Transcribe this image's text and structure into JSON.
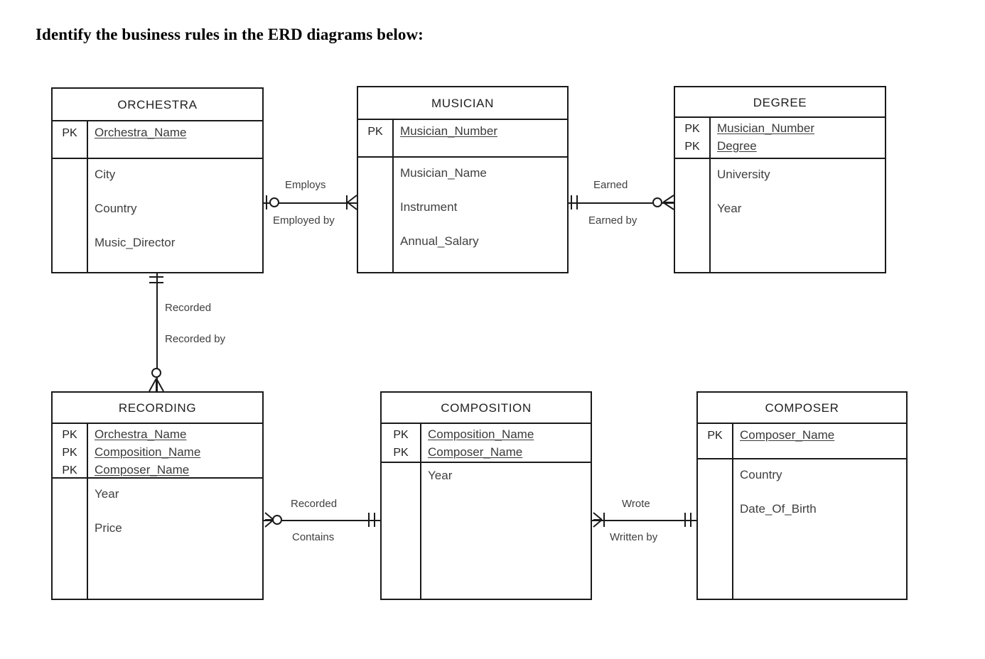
{
  "page": {
    "title": "Identify the business rules in the ERD diagrams below:"
  },
  "diagram": {
    "type": "erd",
    "notation": "crows-foot",
    "entities": [
      {
        "id": "orchestra",
        "name": "ORCHESTRA",
        "primary_keys": [
          {
            "tag": "PK",
            "attribute": "Orchestra_Name"
          }
        ],
        "attributes": [
          "City",
          "Country",
          "Music_Director"
        ]
      },
      {
        "id": "musician",
        "name": "MUSICIAN",
        "primary_keys": [
          {
            "tag": "PK",
            "attribute": "Musician_Number"
          }
        ],
        "attributes": [
          "Musician_Name",
          "Instrument",
          "Annual_Salary"
        ]
      },
      {
        "id": "degree",
        "name": "DEGREE",
        "primary_keys": [
          {
            "tag": "PK",
            "attribute": "Musician_Number"
          },
          {
            "tag": "PK",
            "attribute": "Degree"
          }
        ],
        "attributes": [
          "University",
          "Year"
        ]
      },
      {
        "id": "recording",
        "name": "RECORDING",
        "primary_keys": [
          {
            "tag": "PK",
            "attribute": "Orchestra_Name"
          },
          {
            "tag": "PK",
            "attribute": "Composition_Name"
          },
          {
            "tag": "PK",
            "attribute": "Composer_Name"
          }
        ],
        "attributes": [
          "Year",
          "Price"
        ]
      },
      {
        "id": "composition",
        "name": "COMPOSITION",
        "primary_keys": [
          {
            "tag": "PK",
            "attribute": "Composition_Name"
          },
          {
            "tag": "PK",
            "attribute": "Composer_Name"
          }
        ],
        "attributes": [
          "Year"
        ]
      },
      {
        "id": "composer",
        "name": "COMPOSER",
        "primary_keys": [
          {
            "tag": "PK",
            "attribute": "Composer_Name"
          }
        ],
        "attributes": [
          "Country",
          "Date_Of_Birth"
        ]
      }
    ],
    "relationships": [
      {
        "id": "orchestra-musician",
        "from": "ORCHESTRA",
        "to": "MUSICIAN",
        "forward_label": "Employs",
        "reverse_label": "Employed by",
        "from_cardinality": "zero-or-one",
        "to_cardinality": "one-or-many"
      },
      {
        "id": "musician-degree",
        "from": "MUSICIAN",
        "to": "DEGREE",
        "forward_label": "Earned",
        "reverse_label": "Earned by",
        "from_cardinality": "one-and-only-one",
        "to_cardinality": "zero-or-many"
      },
      {
        "id": "orchestra-recording",
        "from": "ORCHESTRA",
        "to": "RECORDING",
        "forward_label": "Recorded",
        "reverse_label": "Recorded by",
        "from_cardinality": "one-and-only-one",
        "to_cardinality": "zero-or-many"
      },
      {
        "id": "recording-composition",
        "from": "RECORDING",
        "to": "COMPOSITION",
        "forward_label": "Recorded",
        "reverse_label": "Contains",
        "from_cardinality": "zero-or-many",
        "to_cardinality": "one-and-only-one"
      },
      {
        "id": "composition-composer",
        "from": "COMPOSITION",
        "to": "COMPOSER",
        "forward_label": "Wrote",
        "reverse_label": "Written by",
        "from_cardinality": "one-or-many",
        "to_cardinality": "one-and-only-one"
      }
    ]
  }
}
